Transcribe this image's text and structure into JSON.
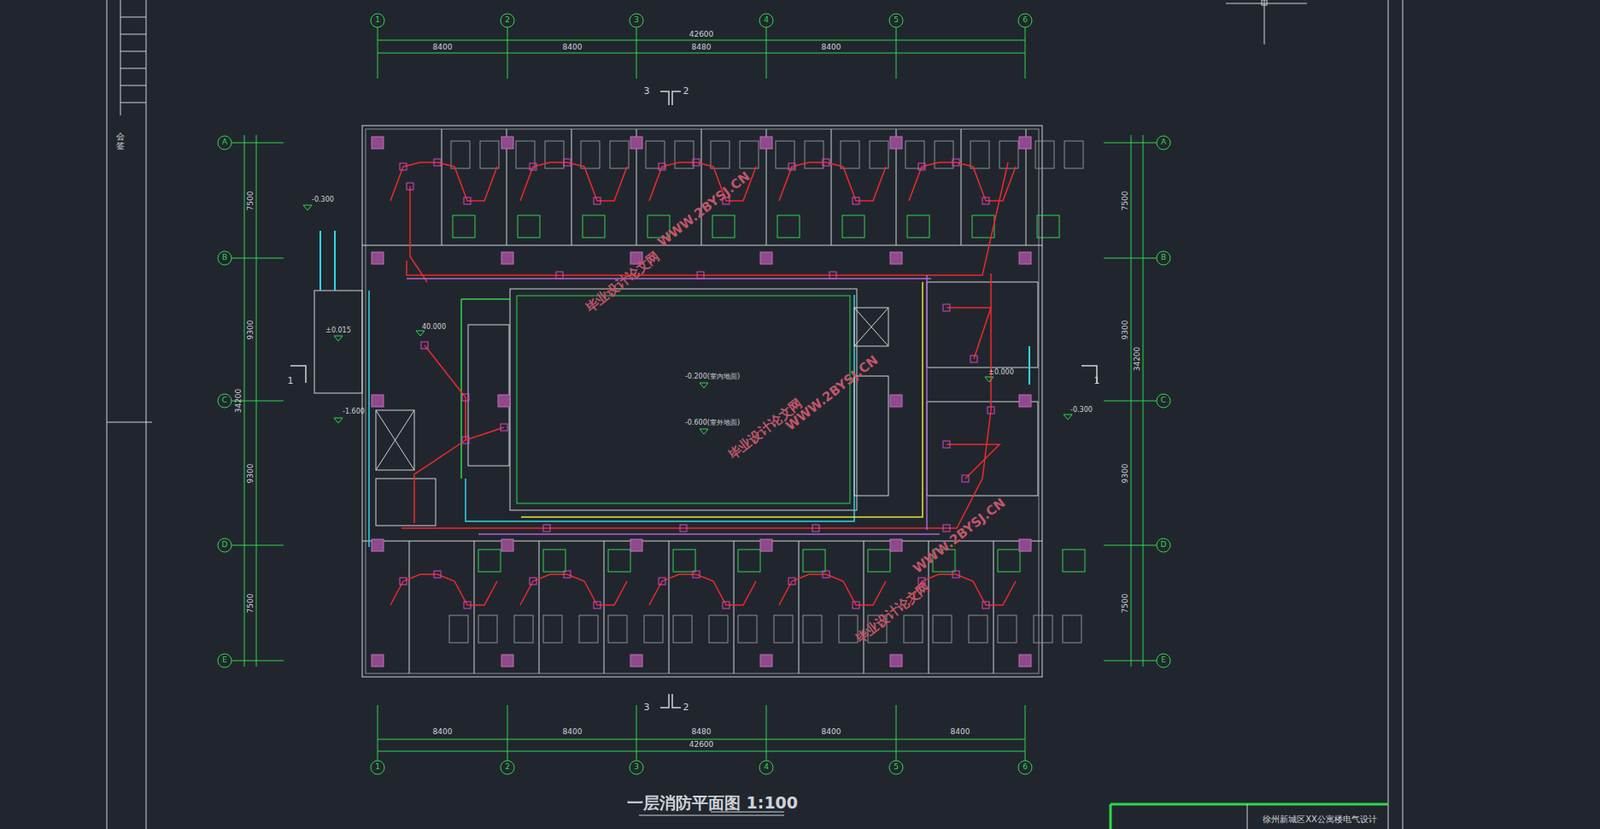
{
  "diagram": {
    "title": "一层消防平面图 1:100",
    "labels": [
      "1",
      "2",
      "3",
      "4",
      "5",
      "6",
      "8400",
      "8400",
      "8480",
      "8400",
      "42600",
      "8400",
      "8400",
      "8480",
      "8400",
      "8400",
      "42600",
      "1",
      "2",
      "3",
      "4",
      "5",
      "6",
      "A",
      "B",
      "C",
      "D",
      "E",
      "7500",
      "9300",
      "9300",
      "7500",
      "34200",
      "A",
      "B",
      "C",
      "D",
      "E",
      "7500",
      "9300",
      "9300",
      "7500",
      "34200",
      "-0.300",
      "±0.015",
      "40.000",
      "-1.600",
      "±0.000",
      "-0.300",
      "-0.200(室内地面)",
      "-0.600(室外地面)",
      "3",
      "2",
      "3",
      "2",
      "1",
      "1",
      "毕业设计论文网",
      "WWW.2BYSJ.CN",
      "毕业设计论文网",
      "WWW.2BYSJ.CN",
      "毕业设计论文网",
      "WWW.2BYSJ.CN",
      "徐州新城区XX公寓楼电气设计",
      "会签"
    ]
  }
}
